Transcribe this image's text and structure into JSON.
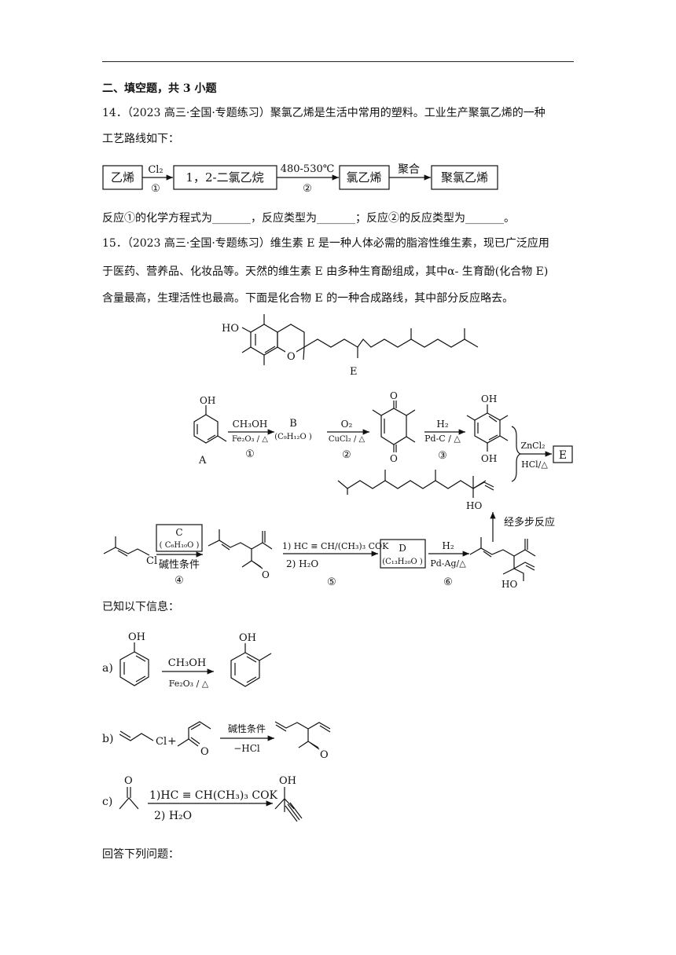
{
  "section_heading": "二、填空题，共 3 小题",
  "q14": {
    "line1": "14．（2023 高三·全国·专题练习）聚氯乙烯是生活中常用的塑料。工业生产聚氯乙烯的一种",
    "line2": "工艺路线如下：",
    "flow": {
      "box1": "乙烯",
      "arrow1_top": "Cl₂",
      "arrow1_bottom": "①",
      "box2": "1，2-二氯乙烷",
      "arrow2_top": "480-530℃",
      "arrow2_bottom": "②",
      "box3": "氯乙烯",
      "arrow3_top": "聚合",
      "box4": "聚氯乙烯"
    },
    "question": "反应①的化学方程式为_______，反应类型为_______；反应②的反应类型为_______。"
  },
  "q15": {
    "line1": "15．（2023 高三·全国·专题练习）维生素 E 是一种人体必需的脂溶性维生素，现已广泛应用",
    "line2": "于医药、营养品、化妆品等。天然的维生素 E 由多种生育酚组成，其中α- 生育酚(化合物 E)",
    "line3": "含量最高，生理活性也最高。下面是化合物 E 的一种合成路线，其中部分反应略去。",
    "structure_E": {
      "oh": "HO",
      "o": "O",
      "label": "E"
    },
    "route": {
      "A_oh": "OH",
      "A_label": "A",
      "r1_top": "CH₃OH",
      "r1_bottom": "Fe₂O₃ / △",
      "r1_num": "①",
      "B_label": "B",
      "B_formula": "(C₉H₁₂O )",
      "r2_top": "O₂",
      "r2_bottom": "CuCl₂ / △",
      "r2_num": "②",
      "quinone_o": "O",
      "r3_top": "H₂",
      "r3_bottom": "Pd-C / △",
      "r3_num": "③",
      "hq_oh": "OH",
      "r_zn_top": "ZnCl₂",
      "r_zn_bottom": "HCl/△",
      "E_box": "E",
      "side_oh": "HO",
      "multi_step": "经多步反应",
      "C_label": "C",
      "C_formula": "( C₆H₁₀O )",
      "r4_bottom": "碱性条件",
      "r4_num": "④",
      "cl": "Cl",
      "ketone_o": "O",
      "r5_top": "1) HC ≡ CH/(CH₃)₃ COK",
      "r5_bottom": "2)  H₂O",
      "r5_num": "⑤",
      "D_label": "D",
      "D_formula": "(C₁₃H₂₀O )",
      "r6_top": "H₂",
      "r6_bottom": "Pd-Ag/△",
      "r6_num": "⑥",
      "prod_ho": "HO"
    },
    "known_title": "已知以下信息：",
    "info_a": {
      "label": "a)",
      "oh1": "OH",
      "top": "CH₃OH",
      "bottom": "Fe₂O₃ / △",
      "oh2": "OH"
    },
    "info_b": {
      "label": "b)",
      "cl": "Cl",
      "plus": "+",
      "o1": "O",
      "top": "碱性条件",
      "bottom": "−HCl",
      "o2": "O"
    },
    "info_c": {
      "label": "c)",
      "o": "O",
      "top": "1)HC ≡ CH(CH₃)₃ COK",
      "bottom": "2) H₂O",
      "oh": "OH"
    },
    "answer_prompt": "回答下列问题："
  }
}
